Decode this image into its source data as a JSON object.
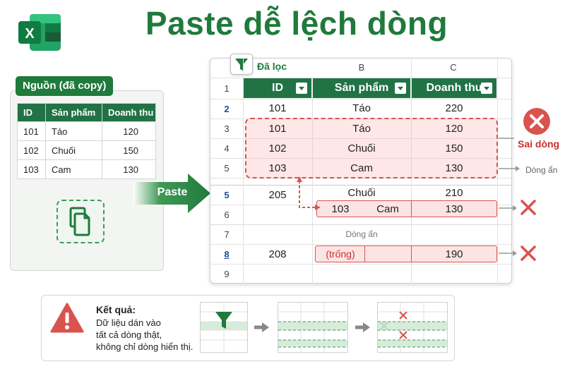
{
  "title": "Paste dễ lệch dòng",
  "source": {
    "title": "Nguồn (đã copy)",
    "headers": [
      "ID",
      "Sản phẩm",
      "Doanh thu"
    ],
    "rows": [
      [
        "101",
        "Táo",
        "120"
      ],
      [
        "102",
        "Chuối",
        "150"
      ],
      [
        "103",
        "Cam",
        "130"
      ]
    ]
  },
  "paste_label": "Paste",
  "sheet": {
    "filtered_label": "Đã lọc",
    "col_letters": [
      "B",
      "C"
    ],
    "headers": [
      "ID",
      "Sản phẩm",
      "Doanh thu"
    ],
    "row_numbers": [
      "1",
      "2",
      "3",
      "4",
      "5",
      "5",
      "6",
      "7",
      "8",
      "9"
    ],
    "rows": {
      "r2": [
        "101",
        "Táo",
        "220"
      ],
      "r3": [
        "101",
        "Táo",
        "120"
      ],
      "r4": [
        "102",
        "Chuối",
        "150"
      ],
      "r5a": [
        "103",
        "Cam",
        "130"
      ],
      "r5b": [
        "205",
        "Chuối",
        "210"
      ],
      "r6_pill": [
        "103",
        "Cam",
        "130"
      ],
      "r7_hidden": "Dòng ẩn",
      "r8": [
        "208",
        "(trống)",
        "190"
      ]
    }
  },
  "annotations": {
    "wrong_rows": "Sai dòng",
    "hidden_row": "Dòng ẩn"
  },
  "result": {
    "title": "Kết quả:",
    "lines": [
      "Dữ liệu dán vào",
      "tất cả dòng thật,",
      "không chỉ dòng hiển thị."
    ]
  },
  "colors": {
    "brand_green": "#1f7a3c",
    "header_green": "#217346",
    "error_red": "#d9534f"
  },
  "icons": [
    "excel-logo-icon",
    "copy-icon",
    "filter-icon",
    "error-x-icon",
    "warning-icon"
  ]
}
